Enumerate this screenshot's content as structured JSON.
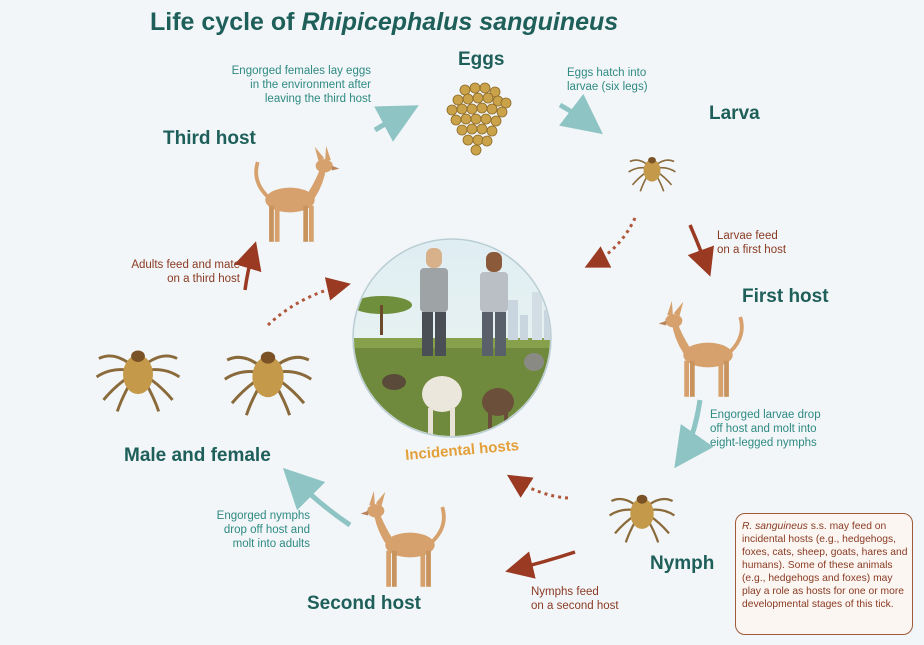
{
  "title": {
    "italic_species": "Rhipicephalus sanguineus",
    "prefix": "Life cycle of "
  },
  "stages": {
    "eggs": "Eggs",
    "larva": "Larva",
    "first_host": "First host",
    "nymph": "Nymph",
    "second_host": "Second host",
    "male_female": "Male and female",
    "third_host": "Third host",
    "incidental": "Incidental hosts"
  },
  "notes": {
    "lay_eggs": [
      "Engorged females lay eggs",
      "in the environment after",
      "leaving the third host"
    ],
    "hatch": [
      "Eggs hatch into",
      "larvae (six legs)"
    ],
    "larvae_feed": [
      "Larvae feed",
      "on a first host"
    ],
    "larvae_drop": [
      "Engorged larvae drop",
      "off host and molt into",
      "eight-legged nymphs"
    ],
    "nymphs_feed": [
      "Nymphs feed",
      "on a second host"
    ],
    "nymphs_drop": [
      "Engorged nymphs",
      "drop off host and",
      "molt into adults"
    ],
    "adults_feed": [
      "Adults feed and mate",
      "on a third host"
    ]
  },
  "info_box": {
    "species": "R. sanguineus",
    "text": " s.s. may feed on incidental hosts (e.g., hedgehogs, foxes, cats, sheep, goats, hares and humans). Some of these animals (e.g., hedgehogs and foxes) may play a role as hosts for one or more developmental stages of this tick."
  },
  "colors": {
    "teal": "#1e5f5a",
    "teal_light": "#8fc4c4",
    "brown": "#8a3a22",
    "dog": "#d6a16c",
    "tick": "#c49a4a"
  }
}
